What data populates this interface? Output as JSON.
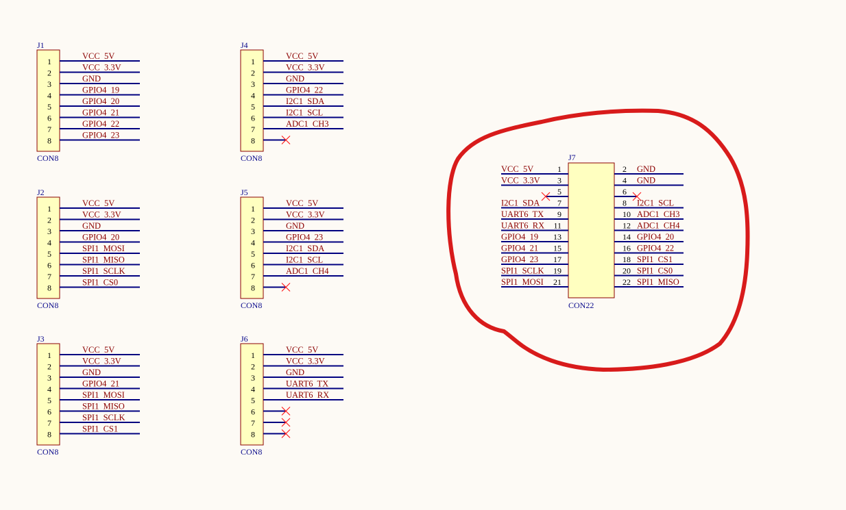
{
  "colors": {
    "background": "#fdfaf5",
    "component_body": "#ffffc0",
    "component_border": "#8b0000",
    "wire": "#000080",
    "net_label": "#8b0000",
    "designator": "#0b0b8c",
    "no_connect": "#ff2020",
    "annotation_circle": "#d81b1b"
  },
  "components": [
    {
      "designator": "J1",
      "value": "CON8",
      "pins": [
        {
          "num": "1",
          "net": "VCC_5V"
        },
        {
          "num": "2",
          "net": "VCC_3.3V"
        },
        {
          "num": "3",
          "net": "GND"
        },
        {
          "num": "4",
          "net": "GPIO4_19"
        },
        {
          "num": "5",
          "net": "GPIO4_20"
        },
        {
          "num": "6",
          "net": "GPIO4_21"
        },
        {
          "num": "7",
          "net": "GPIO4_22"
        },
        {
          "num": "8",
          "net": "GPIO4_23"
        }
      ]
    },
    {
      "designator": "J2",
      "value": "CON8",
      "pins": [
        {
          "num": "1",
          "net": "VCC_5V"
        },
        {
          "num": "2",
          "net": "VCC_3.3V"
        },
        {
          "num": "3",
          "net": "GND"
        },
        {
          "num": "4",
          "net": "GPIO4_20"
        },
        {
          "num": "5",
          "net": "SPI1_MOSI"
        },
        {
          "num": "6",
          "net": "SPI1_MISO"
        },
        {
          "num": "7",
          "net": "SPI1_SCLK"
        },
        {
          "num": "8",
          "net": "SPI1_CS0"
        }
      ]
    },
    {
      "designator": "J3",
      "value": "CON8",
      "pins": [
        {
          "num": "1",
          "net": "VCC_5V"
        },
        {
          "num": "2",
          "net": "VCC_3.3V"
        },
        {
          "num": "3",
          "net": "GND"
        },
        {
          "num": "4",
          "net": "GPIO4_21"
        },
        {
          "num": "5",
          "net": "SPI1_MOSI"
        },
        {
          "num": "6",
          "net": "SPI1_MISO"
        },
        {
          "num": "7",
          "net": "SPI1_SCLK"
        },
        {
          "num": "8",
          "net": "SPI1_CS1"
        }
      ]
    },
    {
      "designator": "J4",
      "value": "CON8",
      "pins": [
        {
          "num": "1",
          "net": "VCC_5V"
        },
        {
          "num": "2",
          "net": "VCC_3.3V"
        },
        {
          "num": "3",
          "net": "GND"
        },
        {
          "num": "4",
          "net": "GPIO4_22"
        },
        {
          "num": "5",
          "net": "I2C1_SDA"
        },
        {
          "num": "6",
          "net": "I2C1_SCL"
        },
        {
          "num": "7",
          "net": "ADC1_CH3"
        },
        {
          "num": "8",
          "net": "",
          "nc": true
        }
      ]
    },
    {
      "designator": "J5",
      "value": "CON8",
      "pins": [
        {
          "num": "1",
          "net": "VCC_5V"
        },
        {
          "num": "2",
          "net": "VCC_3.3V"
        },
        {
          "num": "3",
          "net": "GND"
        },
        {
          "num": "4",
          "net": "GPIO4_23"
        },
        {
          "num": "5",
          "net": "I2C1_SDA"
        },
        {
          "num": "6",
          "net": "I2C1_SCL"
        },
        {
          "num": "7",
          "net": "ADC1_CH4"
        },
        {
          "num": "8",
          "net": "",
          "nc": true
        }
      ]
    },
    {
      "designator": "J6",
      "value": "CON8",
      "pins": [
        {
          "num": "1",
          "net": "VCC_5V"
        },
        {
          "num": "2",
          "net": "VCC_3.3V"
        },
        {
          "num": "3",
          "net": "GND"
        },
        {
          "num": "4",
          "net": "UART6_TX"
        },
        {
          "num": "5",
          "net": "UART6_RX"
        },
        {
          "num": "6",
          "net": "",
          "nc": true
        },
        {
          "num": "7",
          "net": "",
          "nc": true
        },
        {
          "num": "8",
          "net": "",
          "nc": true
        }
      ]
    }
  ],
  "header22": {
    "designator": "J7",
    "value": "CON22",
    "left_pins": [
      {
        "num": "1",
        "net": "VCC_5V"
      },
      {
        "num": "3",
        "net": "VCC_3.3V"
      },
      {
        "num": "5",
        "net": "",
        "nc": true
      },
      {
        "num": "7",
        "net": "I2C1_SDA"
      },
      {
        "num": "9",
        "net": "UART6_TX"
      },
      {
        "num": "11",
        "net": "UART6_RX"
      },
      {
        "num": "13",
        "net": "GPIO4_19"
      },
      {
        "num": "15",
        "net": "GPIO4_21"
      },
      {
        "num": "17",
        "net": "GPIO4_23"
      },
      {
        "num": "19",
        "net": "SPI1_SCLK"
      },
      {
        "num": "21",
        "net": "SPI1_MOSI"
      }
    ],
    "right_pins": [
      {
        "num": "2",
        "net": "GND"
      },
      {
        "num": "4",
        "net": "GND"
      },
      {
        "num": "6",
        "net": "",
        "nc": true
      },
      {
        "num": "8",
        "net": "I2C1_SCL"
      },
      {
        "num": "10",
        "net": "ADC1_CH3"
      },
      {
        "num": "12",
        "net": "ADC1_CH4"
      },
      {
        "num": "14",
        "net": "GPIO4_20"
      },
      {
        "num": "16",
        "net": "GPIO4_22"
      },
      {
        "num": "18",
        "net": "SPI1_CS1"
      },
      {
        "num": "20",
        "net": "SPI1_CS0"
      },
      {
        "num": "22",
        "net": "SPI1_MISO"
      }
    ]
  }
}
